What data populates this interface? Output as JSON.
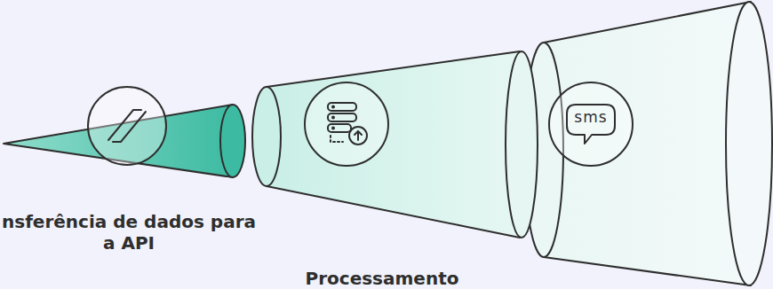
{
  "diagram": {
    "nodes": [
      {
        "text": [
          "nsferência de dados para a API"
        ]
      },
      {
        "text": [
          "Processamento"
        ]
      },
      {
        "text": [
          "sms"
        ]
      }
    ]
  }
}
